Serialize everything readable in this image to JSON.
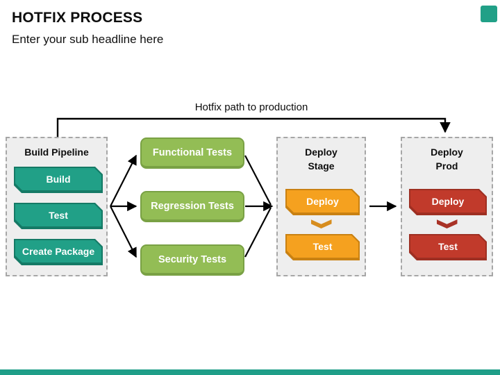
{
  "header": {
    "title": "HOTFIX PROCESS",
    "subtitle": "Enter your sub headline here"
  },
  "diagram": {
    "path_label": "Hotfix path to production",
    "build_pipeline": {
      "title": "Build Pipeline",
      "steps": [
        "Build",
        "Test",
        "Create Package"
      ]
    },
    "tests": [
      "Functional Tests",
      "Regression Tests",
      "Security Tests"
    ],
    "deploy_stage": {
      "title": "Deploy\nStage",
      "steps": [
        "Deploy",
        "Test"
      ]
    },
    "deploy_prod": {
      "title": "Deploy\nProd",
      "steps": [
        "Deploy",
        "Test"
      ]
    }
  },
  "colors": {
    "teal": "#21A087",
    "teal_dark": "#157A66",
    "green": "#93BD55",
    "green_dark": "#79A144",
    "orange": "#F5A11F",
    "orange_dark": "#C98112",
    "red": "#C13A2B",
    "red_dark": "#9E2F22",
    "panel_bg": "#EEEEEE",
    "panel_border": "#A6A6A6",
    "footer_bar": "#1F9E88",
    "connector": "#000000"
  }
}
